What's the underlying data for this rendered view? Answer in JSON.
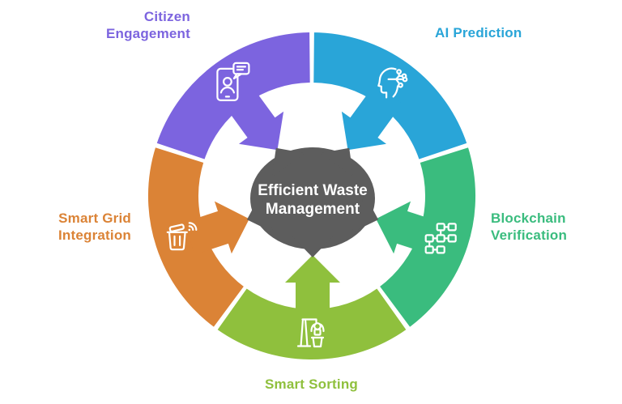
{
  "diagram": {
    "title": "Efficient Waste Management",
    "background_color": "#ffffff",
    "center": {
      "label": "Efficient Waste Management",
      "lines": [
        "Efficient Waste",
        "Management"
      ],
      "color": "#5d5d5d",
      "text_color": "#ffffff"
    },
    "segments": [
      {
        "id": "ai-prediction",
        "label": "AI Prediction",
        "color": "#29a5d8",
        "start": 0,
        "end": 72,
        "icon": "ai-head-icon"
      },
      {
        "id": "blockchain-verification",
        "label": "Blockchain\nVerification",
        "color": "#3abc7e",
        "start": 72,
        "end": 144,
        "icon": "blockchain-network-icon"
      },
      {
        "id": "smart-sorting",
        "label": "Smart Sorting",
        "color": "#8fc03d",
        "start": 144,
        "end": 216,
        "icon": "robotic-sorting-arm-icon"
      },
      {
        "id": "smart-grid-integration",
        "label": "Smart Grid\nIntegration",
        "color": "#db8336",
        "start": 216,
        "end": 288,
        "icon": "smart-trash-bin-wifi-icon"
      },
      {
        "id": "citizen-engagement",
        "label": "Citizen\nEngagement",
        "color": "#7c64df",
        "start": 288,
        "end": 360,
        "icon": "phone-chat-icon"
      }
    ]
  }
}
